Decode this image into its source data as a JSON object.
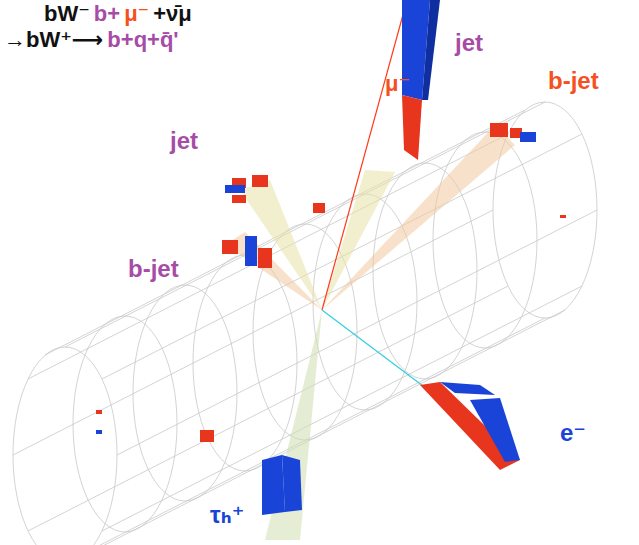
{
  "diagram": {
    "labels": [
      "bW⁻",
      "b+",
      "μ⁻",
      "+ν̄μ",
      "→bW⁺⟶",
      "b+q+q̄'",
      "μ⁻",
      "jet",
      "b-jet",
      "jet",
      "b-jet",
      "e⁻",
      "τₕ⁺"
    ]
  }
}
